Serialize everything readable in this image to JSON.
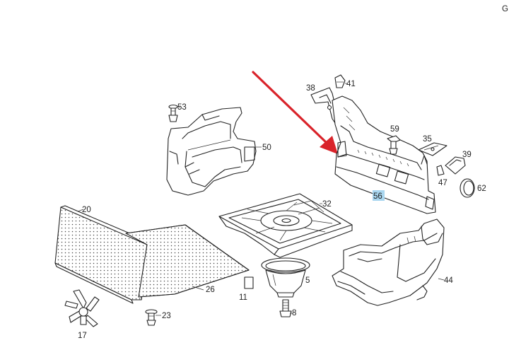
{
  "corner_mark": "G",
  "accent_color": "#d9232a",
  "highlight_color": "#a9d6ef",
  "labels": {
    "p20": "20",
    "p26": "26",
    "p17": "17",
    "p23": "23",
    "p53": "53",
    "p50": "50",
    "p32": "32",
    "p11": "11",
    "p5": "5",
    "p8": "8",
    "p38": "38",
    "p41": "41",
    "p59": "59",
    "p35": "35",
    "p39": "39",
    "p47": "47",
    "p62": "62",
    "p56": "56",
    "p44": "44"
  }
}
